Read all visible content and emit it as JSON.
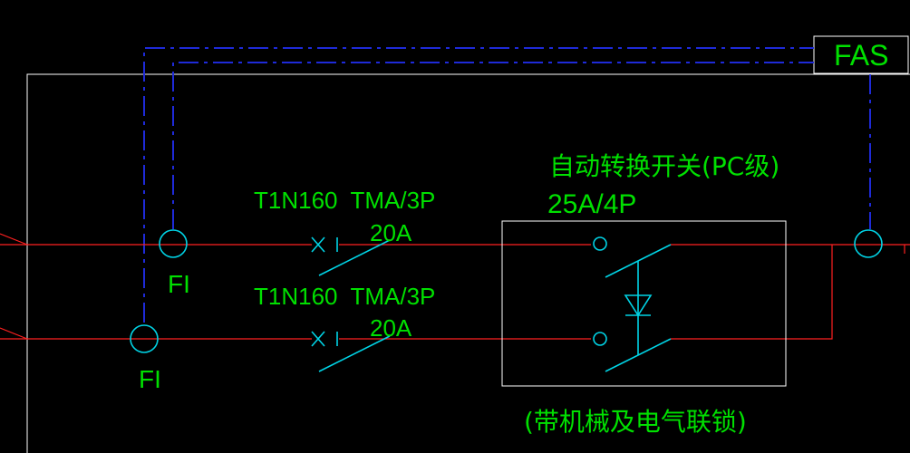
{
  "colors": {
    "background": "#000000",
    "power_line": "#ff2020",
    "signal_line": "#1e2ad8",
    "border": "#ffffff",
    "device": "#00d4e6",
    "text": "#00e000"
  },
  "labels": {
    "fas": "FAS",
    "fi_upper": "FI",
    "fi_lower": "FI",
    "breaker_upper_model": "T1N160  TMA/3P",
    "breaker_upper_rating": "20A",
    "breaker_lower_model": "T1N160  TMA/3P",
    "breaker_lower_rating": "20A",
    "ats_title": "自动转换开关(PC级)",
    "ats_rating": "25A/4P",
    "ats_note": "(带机械及电气联锁)"
  },
  "icons": {
    "breaker_upper": "circuit-breaker-icon",
    "breaker_lower": "circuit-breaker-icon",
    "ats_switch": "transfer-switch-icon",
    "interlock": "interlock-triangle-icon"
  }
}
